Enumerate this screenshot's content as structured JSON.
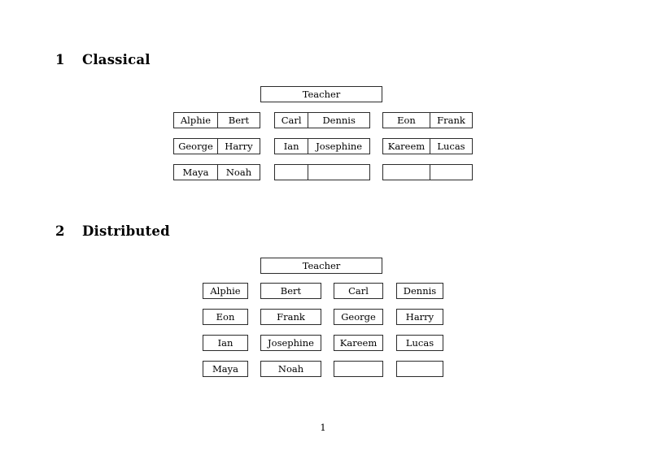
{
  "document": {
    "page_number": "1",
    "background_color": "#ffffff",
    "text_color": "#000000",
    "border_color": "#2b2b2b"
  },
  "sections": [
    {
      "number": "1",
      "title": "Classical",
      "layout": "paired-cells",
      "teacher_label": "Teacher",
      "rows": [
        {
          "groups": [
            {
              "cells": [
                "Alphie",
                "Bert"
              ]
            },
            {
              "cells": [
                "Carl",
                "Dennis"
              ]
            },
            {
              "cells": [
                "Eon",
                "Frank"
              ]
            }
          ]
        },
        {
          "groups": [
            {
              "cells": [
                "George",
                "Harry"
              ]
            },
            {
              "cells": [
                "Ian",
                "Josephine"
              ]
            },
            {
              "cells": [
                "Kareem",
                "Lucas"
              ]
            }
          ]
        },
        {
          "groups": [
            {
              "cells": [
                "Maya",
                "Noah"
              ]
            },
            {
              "cells": [
                "",
                ""
              ]
            },
            {
              "cells": [
                "",
                ""
              ]
            }
          ]
        }
      ]
    },
    {
      "number": "2",
      "title": "Distributed",
      "layout": "single-cells",
      "teacher_label": "Teacher",
      "rows": [
        {
          "cells": [
            "Alphie",
            "Bert",
            "Carl",
            "Dennis"
          ]
        },
        {
          "cells": [
            "Eon",
            "Frank",
            "George",
            "Harry"
          ]
        },
        {
          "cells": [
            "Ian",
            "Josephine",
            "Kareem",
            "Lucas"
          ]
        },
        {
          "cells": [
            "Maya",
            "Noah",
            "",
            ""
          ]
        }
      ]
    }
  ]
}
